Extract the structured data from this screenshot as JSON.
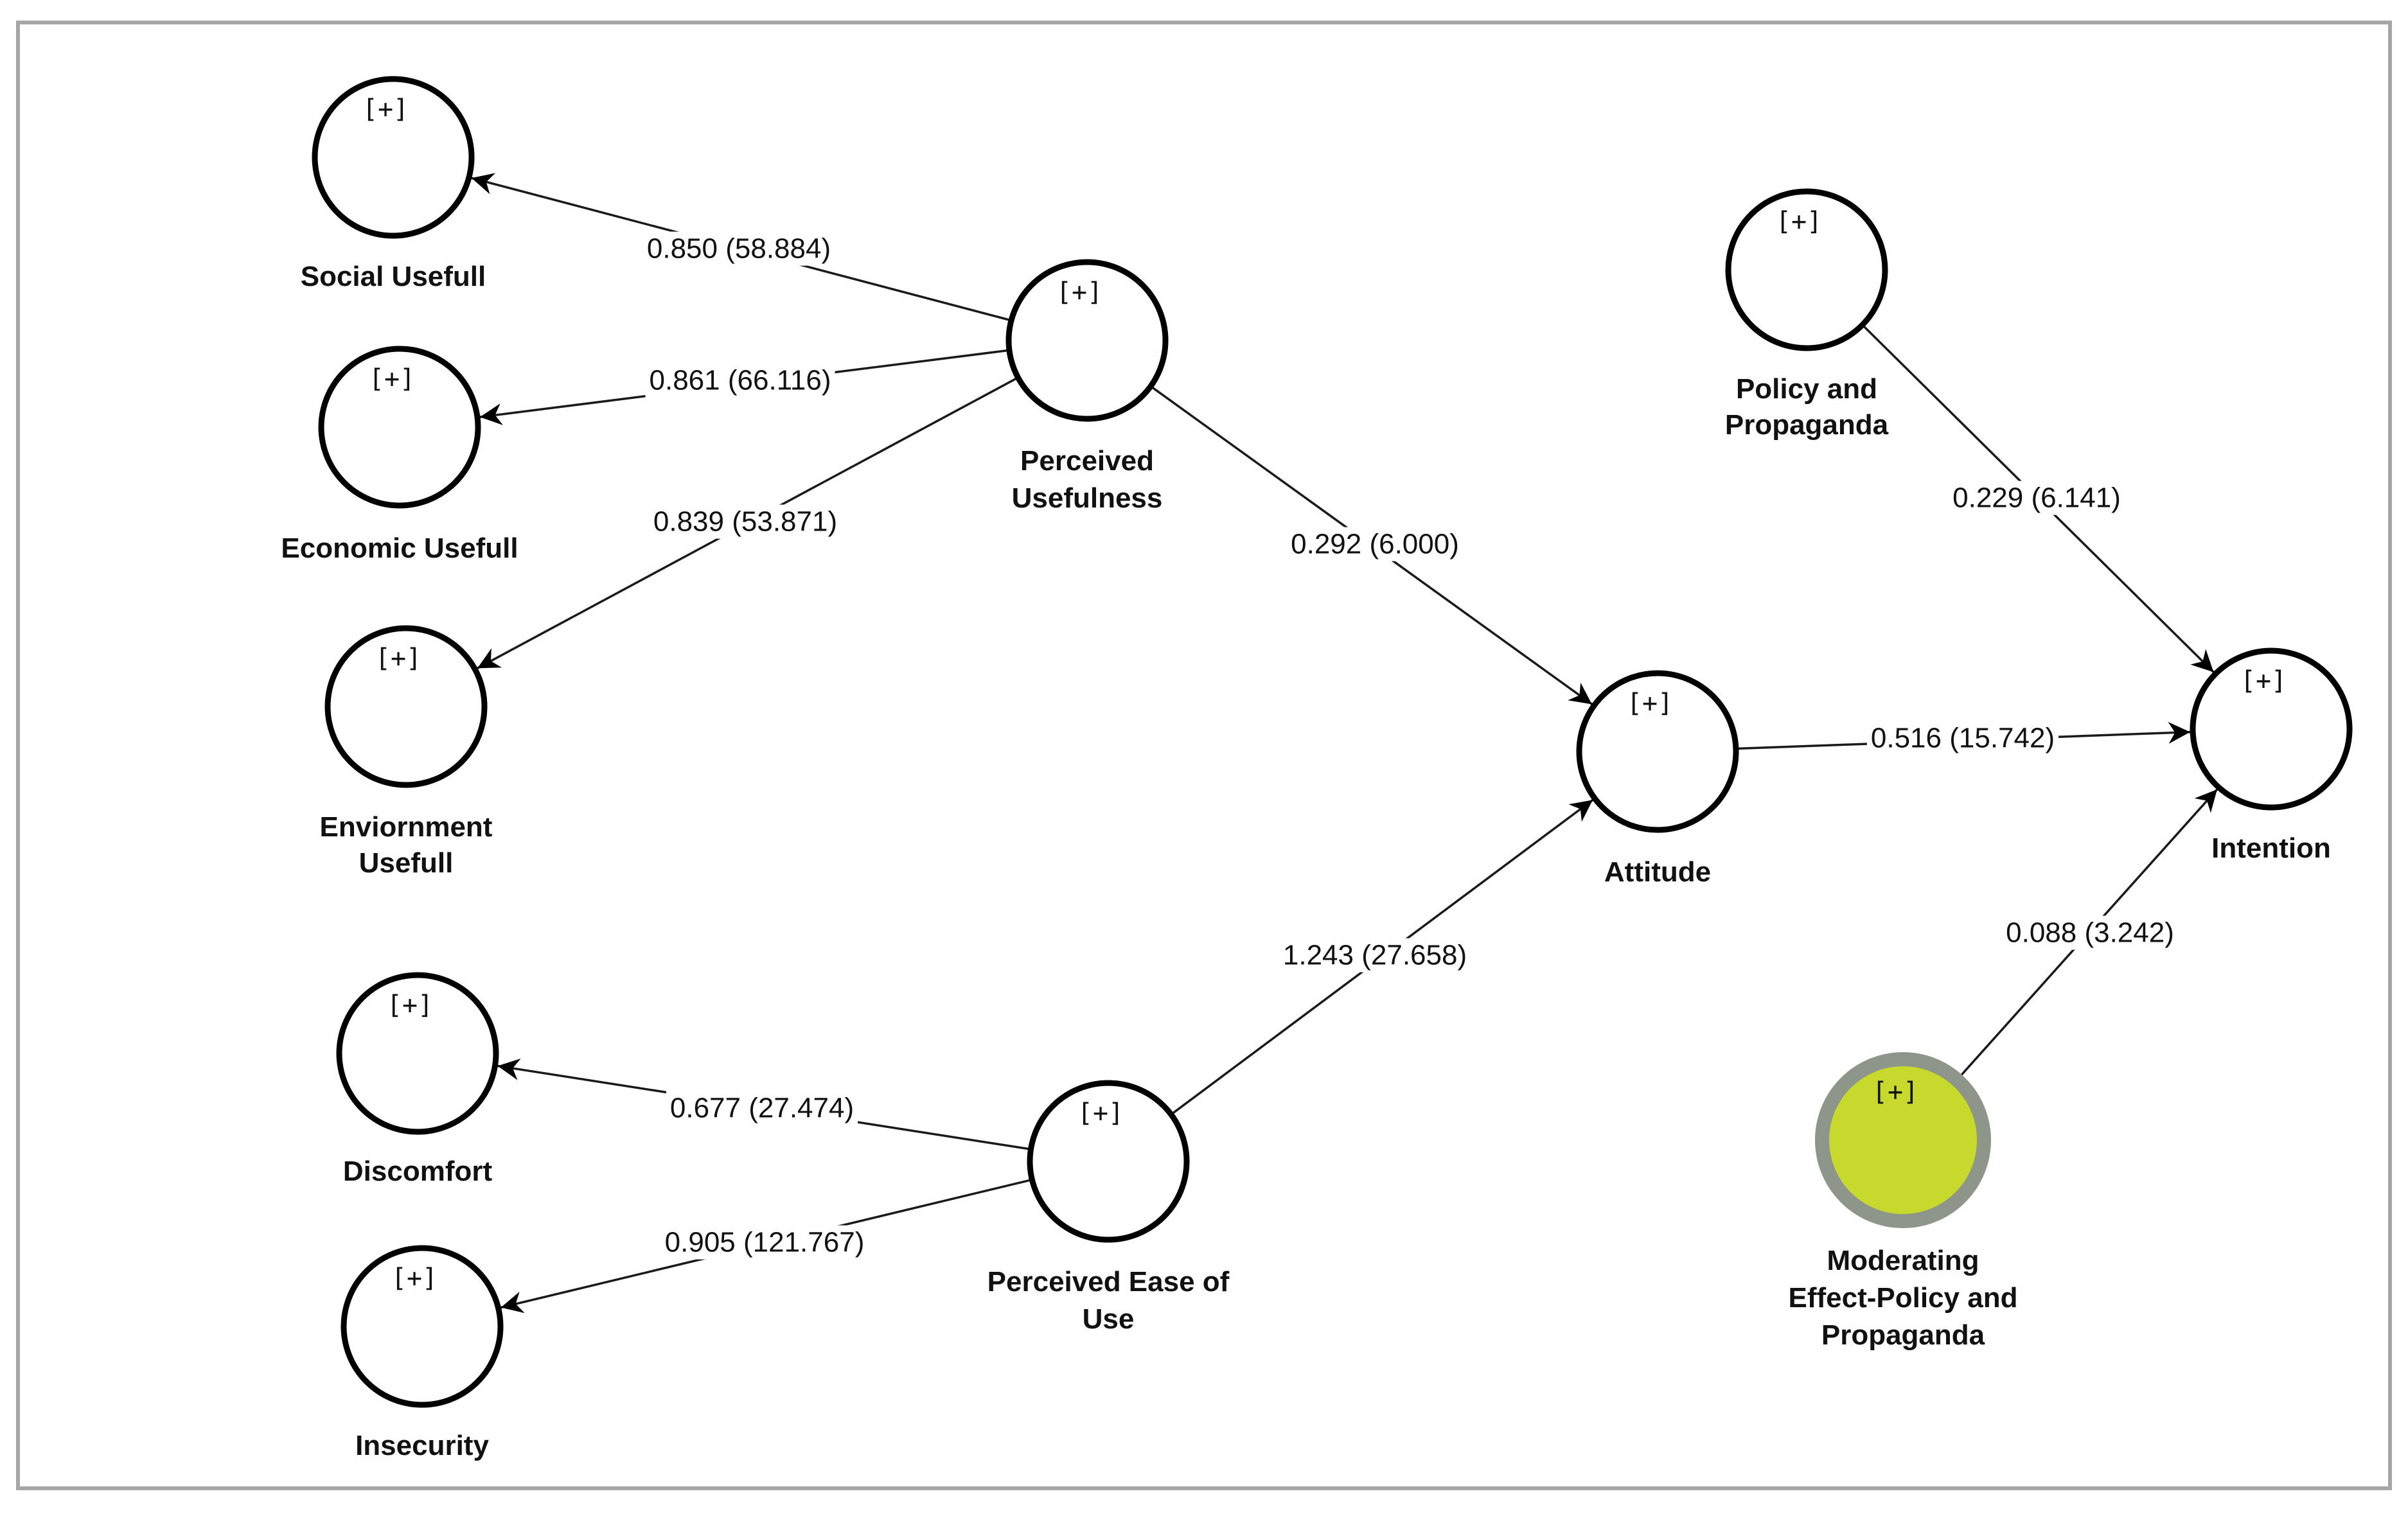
{
  "nodes": [
    {
      "id": "social",
      "label_lines": [
        "Social Usefull"
      ],
      "expand": "[+]"
    },
    {
      "id": "economic",
      "label_lines": [
        "Economic Usefull"
      ],
      "expand": "[+]"
    },
    {
      "id": "environment",
      "label_lines": [
        "Enviornment",
        "Usefull"
      ],
      "expand": "[+]"
    },
    {
      "id": "discomfort",
      "label_lines": [
        "Discomfort"
      ],
      "expand": "[+]"
    },
    {
      "id": "insecurity",
      "label_lines": [
        "Insecurity"
      ],
      "expand": "[+]"
    },
    {
      "id": "pu",
      "label_lines": [
        "Perceived",
        "Usefulness"
      ],
      "expand": "[+]"
    },
    {
      "id": "peou",
      "label_lines": [
        "Perceived Ease of",
        "Use"
      ],
      "expand": "[+]"
    },
    {
      "id": "attitude",
      "label_lines": [
        "Attitude"
      ],
      "expand": "[+]"
    },
    {
      "id": "policy",
      "label_lines": [
        "Policy and",
        "Propaganda"
      ],
      "expand": "[+]"
    },
    {
      "id": "intention",
      "label_lines": [
        "Intention"
      ],
      "expand": "[+]"
    },
    {
      "id": "moderating",
      "label_lines": [
        "Moderating",
        "Effect-Policy and",
        "Propaganda"
      ],
      "expand": "[+]",
      "color": "#c8d92e",
      "ring_color": "#8e968a"
    }
  ],
  "edges": [
    {
      "from": "pu",
      "to": "social",
      "label": "0.850 (58.884)"
    },
    {
      "from": "pu",
      "to": "economic",
      "label": "0.861 (66.116)"
    },
    {
      "from": "pu",
      "to": "environment",
      "label": "0.839 (53.871)"
    },
    {
      "from": "pu",
      "to": "attitude",
      "label": "0.292 (6.000)"
    },
    {
      "from": "peou",
      "to": "attitude",
      "label": "1.243 (27.658)"
    },
    {
      "from": "peou",
      "to": "discomfort",
      "label": "0.677 (27.474)"
    },
    {
      "from": "peou",
      "to": "insecurity",
      "label": "0.905 (121.767)"
    },
    {
      "from": "attitude",
      "to": "intention",
      "label": "0.516 (15.742)"
    },
    {
      "from": "policy",
      "to": "intention",
      "label": "0.229 (6.141)"
    },
    {
      "from": "moderating",
      "to": "intention",
      "label": "0.088 (3.242)"
    }
  ]
}
